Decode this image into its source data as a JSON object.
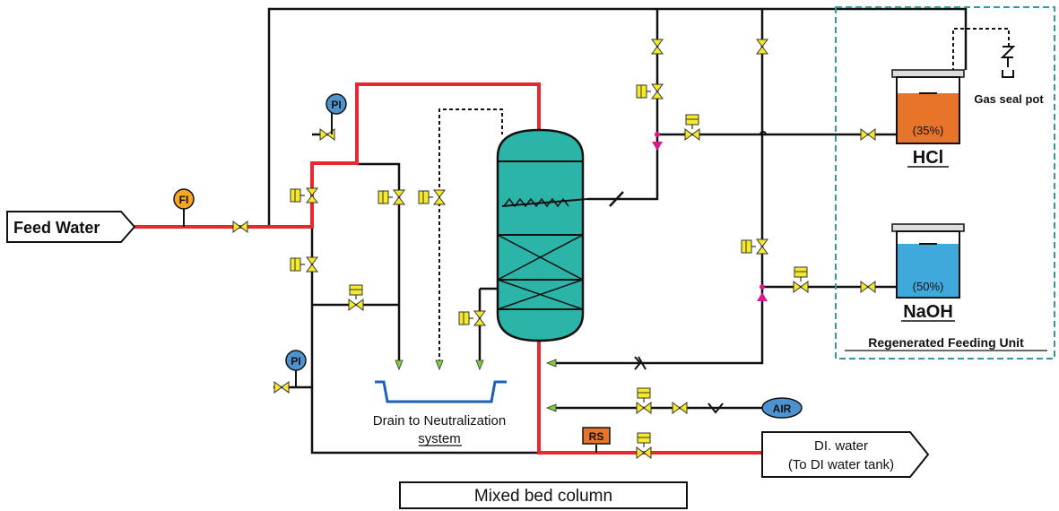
{
  "labels": {
    "feed_water": "Feed Water",
    "di_water_line1": "DI. water",
    "di_water_line2": "(To DI water tank)",
    "drain_line1": "Drain to Neutralization",
    "drain_line2": "system",
    "mixed_bed_column": "Mixed bed  column",
    "regenerated_feeding_unit": "Regenerated Feeding Unit",
    "gas_seal_pot": "Gas seal pot",
    "hcl": "HCl",
    "hcl_concentration": "(35%)",
    "naoh": "NaOH",
    "naoh_concentration": "(50%)"
  },
  "instruments": {
    "fi": "FI",
    "pi_top": "PI",
    "pi_bottom": "PI",
    "rs": "RS",
    "air": "AIR"
  },
  "colors": {
    "process_line": "#e8282e",
    "pipe": "#111111",
    "vessel": "#2bb5a8",
    "hcl_liquid": "#e8742a",
    "naoh_liquid": "#3ea9da",
    "valve": "#f5ea2a",
    "instrument_blue": "#4c93cf",
    "instrument_orange": "#f5a623",
    "rs_box": "#e8742a",
    "drain": "#1e5fb8",
    "boundary": "#3a9a93",
    "arrow_green": "#7ccf3c",
    "mixer_magenta": "#d81b8c"
  }
}
